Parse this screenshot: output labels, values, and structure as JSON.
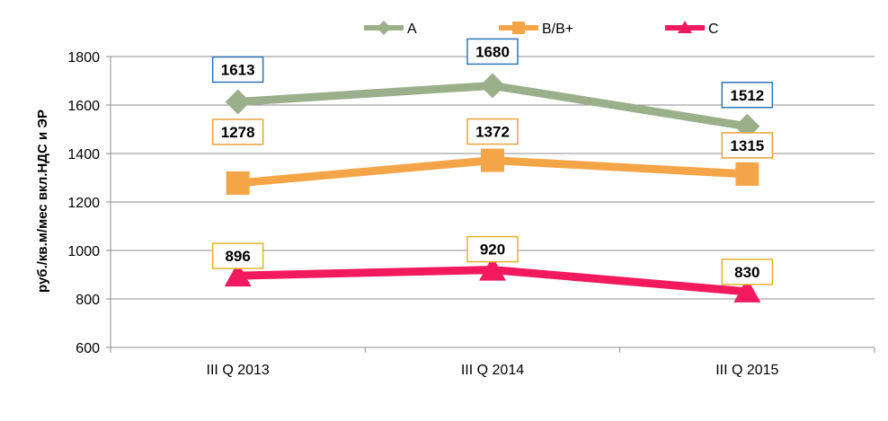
{
  "chart_data": {
    "type": "line",
    "categories": [
      "III Q 2013",
      "III Q 2014",
      "III Q 2015"
    ],
    "ylabel": "руб./кв.м/мес вкл.НДС и ЭР",
    "ylim": [
      600,
      1800
    ],
    "yticks": [
      600,
      800,
      1000,
      1200,
      1400,
      1600,
      1800
    ],
    "grid": true,
    "legend_position": "top",
    "series": [
      {
        "name": "A",
        "values": [
          1613,
          1680,
          1512
        ],
        "color": "#9BAF8A",
        "marker": "diamond",
        "label_box_color": "#2E75B6"
      },
      {
        "name": "B/B+",
        "values": [
          1278,
          1372,
          1315
        ],
        "color": "#F4A548",
        "marker": "square",
        "label_box_color": "#E8A33A"
      },
      {
        "name": "C",
        "values": [
          896,
          920,
          830
        ],
        "color": "#F2195E",
        "marker": "triangle",
        "label_box_color": "#E5B32B"
      }
    ]
  }
}
